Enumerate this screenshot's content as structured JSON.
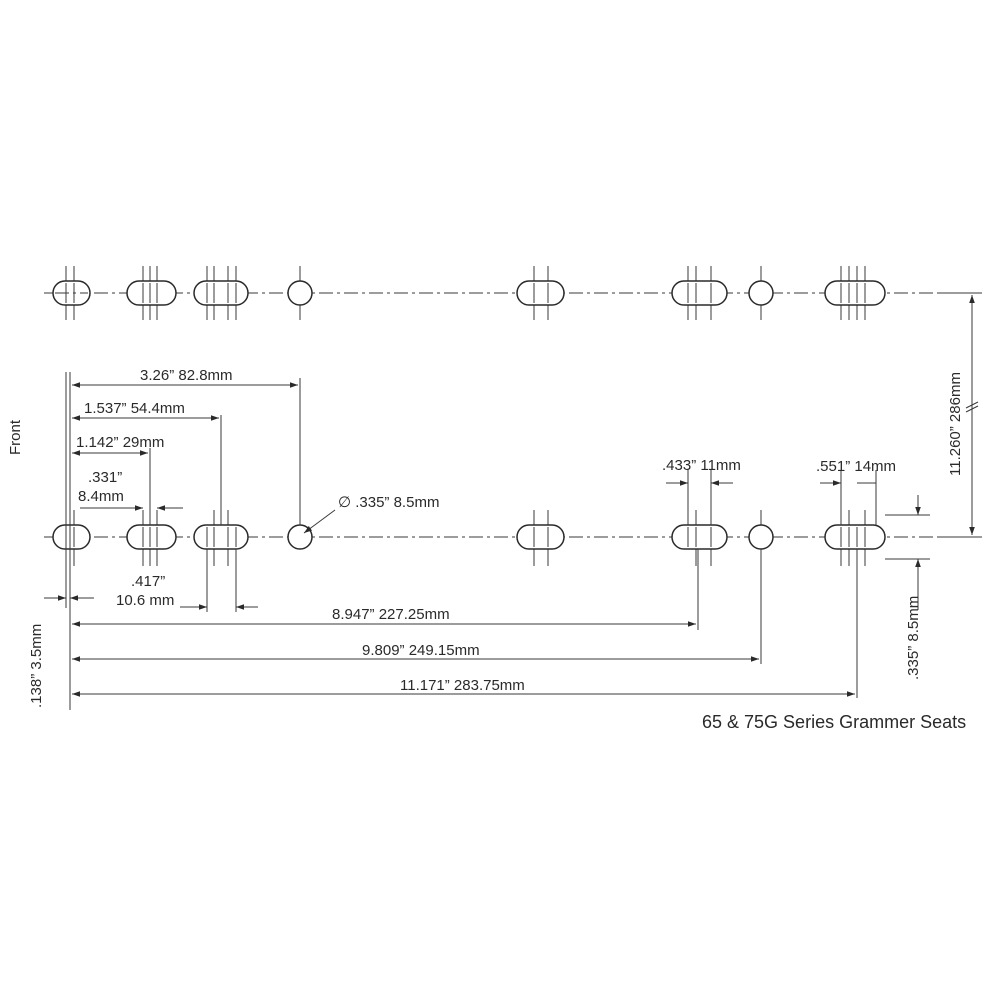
{
  "labels": {
    "front": "Front",
    "caption": "65 & 75G Series Grammer Seats",
    "dim_3_26": "3.26” 82.8mm",
    "dim_1_537": "1.537” 54.4mm",
    "dim_1_142": "1.142” 29mm",
    "dim_331_a": ".331”",
    "dim_331_b": "8.4mm",
    "dim_dia": "∅ .335” 8.5mm",
    "dim_433": ".433” 11mm",
    "dim_551": ".551” 14mm",
    "dim_417_a": ".417”",
    "dim_417_b": "10.6 mm",
    "dim_8_947": "8.947” 227.25mm",
    "dim_9_809": "9.809” 249.15mm",
    "dim_11_171": "11.171” 283.75mm",
    "dim_138": ".138” 3.5mm",
    "dim_335_v": ".335” 8.5mm",
    "dim_11_260": "11.260” 286mm"
  }
}
